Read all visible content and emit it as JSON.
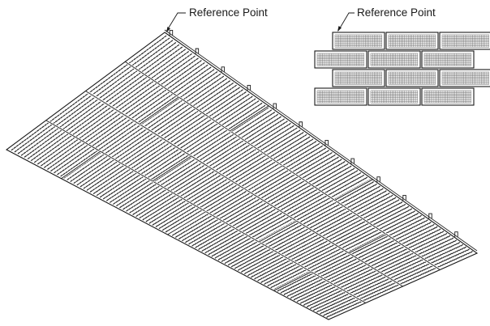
{
  "main_view": {
    "callout_label": "Reference Point",
    "panel_rows": 4,
    "panel_cols": 3
  },
  "inset_view": {
    "callout_label": "Reference Point",
    "brick_rows": 4
  },
  "colors": {
    "line": "#1a1a1a",
    "perforation": "#222222",
    "background": "#ffffff"
  }
}
